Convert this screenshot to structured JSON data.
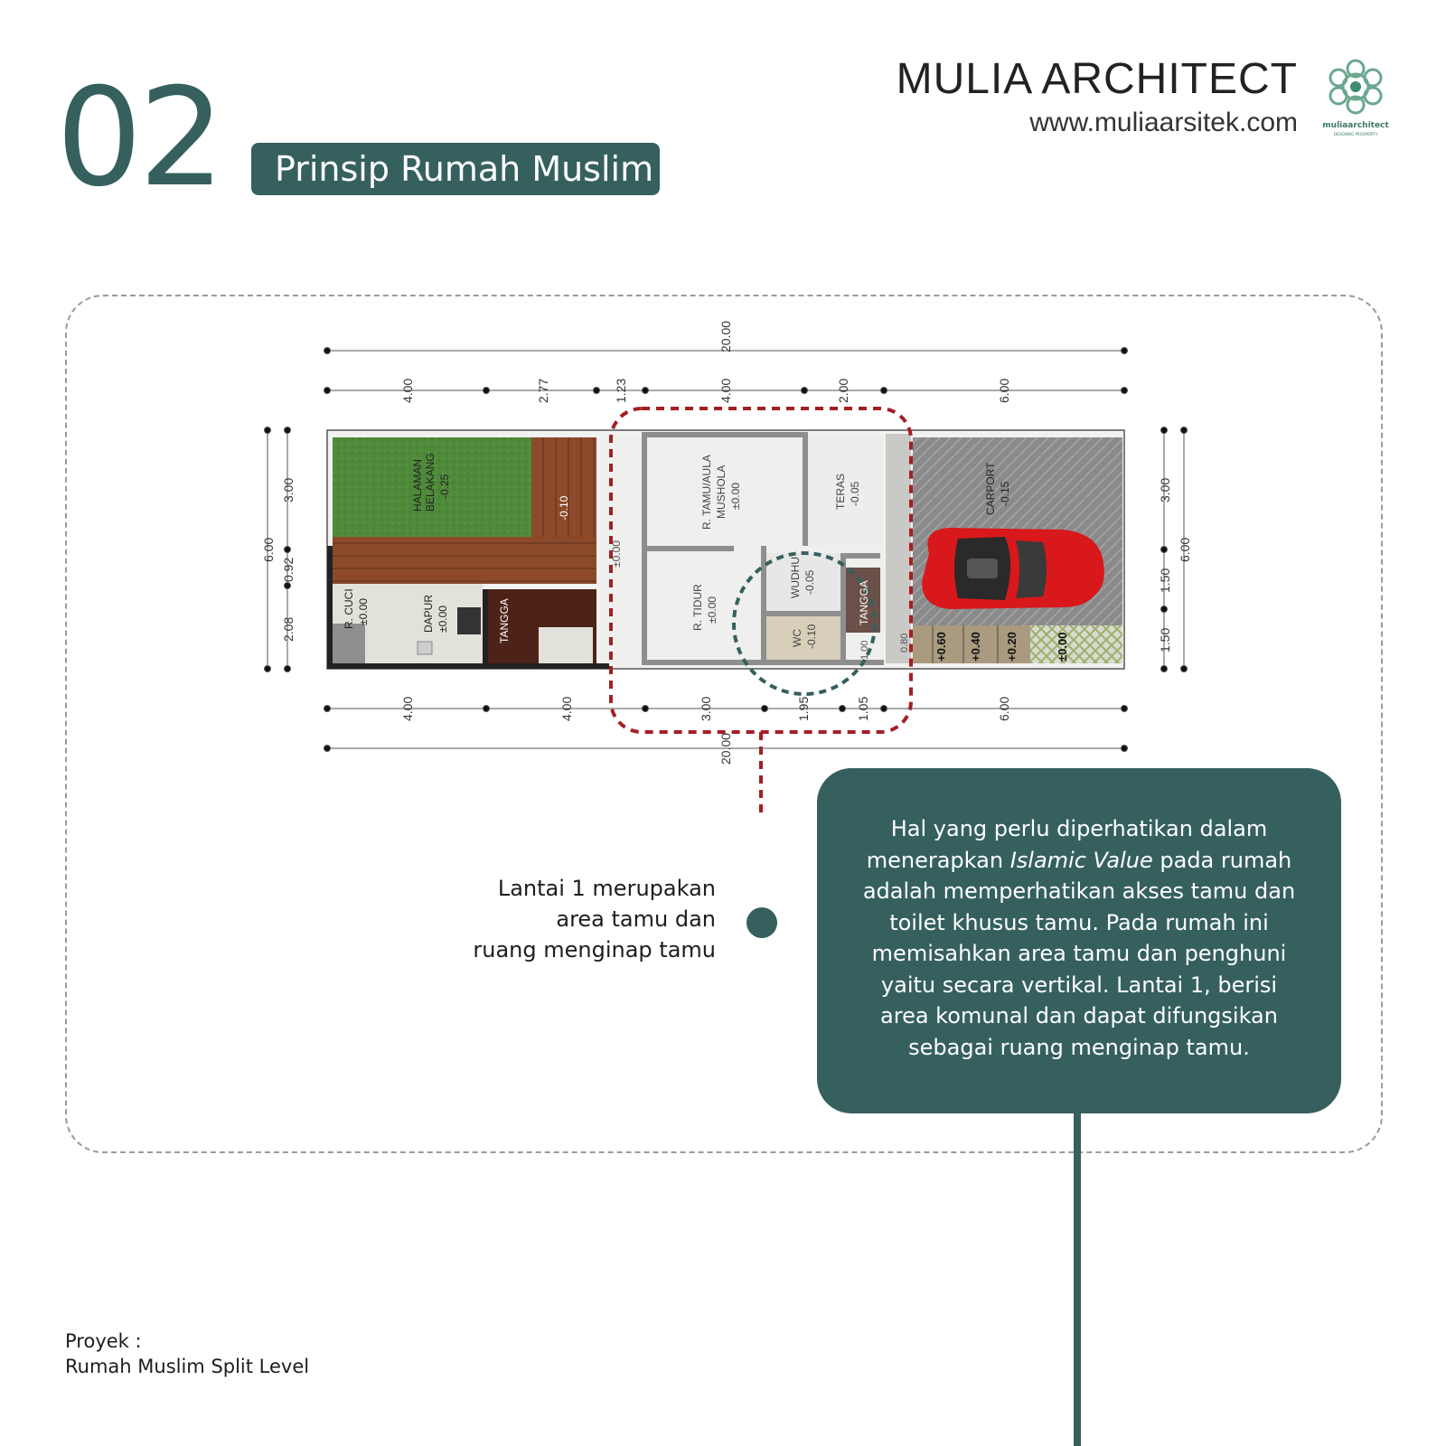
{
  "header": {
    "section_number": "02",
    "section_title": "Prinsip Rumah Muslim",
    "brand_name": "MULIA ARCHITECT",
    "brand_url": "www.muliaarsitek.com",
    "logo_text": "muliaarchitect",
    "logo_tagline": "DESIGNING PROSPERITY"
  },
  "plan": {
    "dims_top": {
      "total": "20.00",
      "segments": [
        "4.00",
        "2.77",
        "1.23",
        "4.00",
        "2.00",
        "6.00"
      ]
    },
    "dims_bottom": {
      "total": "20.00",
      "segments": [
        "4.00",
        "4.00",
        "3.00",
        "1.95",
        "1.05",
        "6.00"
      ]
    },
    "dims_left": {
      "total": "6.00",
      "segments": [
        "3.00",
        "0.92",
        "2.08"
      ]
    },
    "dims_right": {
      "total": "6.00",
      "segments": [
        "3.00",
        "1.50",
        "1.50"
      ]
    },
    "rooms": {
      "halaman": "HALAMAN",
      "belakang": "BELAKANG",
      "halaman_level": "-0.25",
      "deck_level": "-0.10",
      "cuci": "R. CUCI",
      "cuci_level": "±0.00",
      "dapur": "DAPUR",
      "dapur_level": "±0.00",
      "tangga_1": "TANGGA",
      "corridor_level": "±0.00",
      "tamu": "R. TAMU/AULA",
      "mushola": "MUSHOLA",
      "tamu_level": "±0.00",
      "teras": "TERAS",
      "teras_level": "-0.05",
      "tidur": "R. TIDUR",
      "tidur_level": "±0.00",
      "wudhu": "WUDHU",
      "wudhu_level": "-0.05",
      "wc": "WC",
      "wc_level": "-0.10",
      "tangga_2": "TANGGA",
      "carport": "CARPORT",
      "carport_level": "-0.15",
      "step_080": "0.80",
      "step_100": "1.00",
      "step_060": "+0.60",
      "step_040": "+0.40",
      "step_020": "+0.20",
      "step_000": "±0.00"
    }
  },
  "callout": {
    "left_note_lines": [
      "Lantai 1 merupakan",
      "area tamu dan",
      "ruang menginap tamu"
    ],
    "box_text_before": "Hal yang perlu diperhatikan dalam menerapkan ",
    "box_text_italic": "Islamic Value",
    "box_text_after": " pada rumah adalah memperhatikan akses tamu dan toilet khusus tamu. Pada rumah ini memisahkan area tamu dan penghuni yaitu secara vertikal. Lantai 1, berisi area komunal dan dapat difungsikan sebagai ruang menginap tamu."
  },
  "footer": {
    "project_label": "Proyek :",
    "project_name": "Rumah Muslim Split Level"
  },
  "colors": {
    "teal": "#35605e",
    "highlight_red": "#a31f24",
    "grass": "#4f8a3a",
    "wood": "#8c4a2b",
    "car": "#d8181a"
  }
}
